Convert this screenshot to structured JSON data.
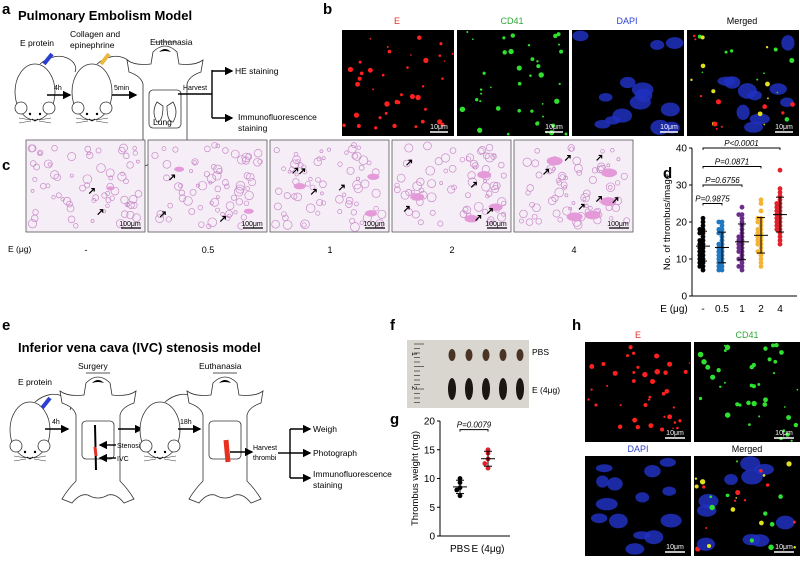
{
  "panel_labels": {
    "a": "a",
    "b": "b",
    "c": "c",
    "d": "d",
    "e": "e",
    "f": "f",
    "g": "g",
    "h": "h"
  },
  "panel_a": {
    "title": "Pulmonary Embolism Model",
    "e_protein": "E protein",
    "collagen_line1": "Collagen and",
    "collagen_line2": "epinephrine",
    "euthanasia": "Euthanasia",
    "step1_time": "4h",
    "step2_time": "5min",
    "harvest": "Harvest",
    "lung": "Lung",
    "out1": "HE staining",
    "out2_line1": "Immunofluorescence",
    "out2_line2": "staining"
  },
  "panel_b": {
    "channels": [
      {
        "label": "E",
        "color": "#e0302a"
      },
      {
        "label": "CD41",
        "color": "#2fa83a"
      },
      {
        "label": "DAPI",
        "color": "#2a3fd0"
      },
      {
        "label": "Merged",
        "color": "#000000"
      }
    ],
    "scale_bar": "10μm"
  },
  "panel_c": {
    "xlabel": "E (μg)",
    "doses": [
      "-",
      "0.5",
      "1",
      "2",
      "4"
    ],
    "scale_bar": "100μm"
  },
  "panel_e": {
    "title": "Inferior vena cava (IVC) stenosis model",
    "e_protein": "E protein",
    "surgery": "Surgery",
    "euthanasia": "Euthanasia",
    "step1_time": "4h",
    "step2_time": "18h",
    "stenosis": "Stenosis",
    "ivc": "IVC",
    "harvest_line1": "Harvest",
    "harvest_line2": "thrombi",
    "out1": "Weigh",
    "out2": "Photograph",
    "out3_line1": "Immunofluorescence",
    "out3_line2": "staining"
  },
  "panel_f": {
    "rows": [
      "PBS",
      "E (4μg)"
    ],
    "ruler_marks": [
      "1",
      "2"
    ]
  },
  "panel_h": {
    "channels": [
      {
        "label": "E",
        "color": "#e0302a"
      },
      {
        "label": "CD41",
        "color": "#2fa83a"
      },
      {
        "label": "DAPI",
        "color": "#2a3fd0"
      },
      {
        "label": "Merged",
        "color": "#000000"
      }
    ],
    "scale_bar": "10μm"
  },
  "chart_data": [
    {
      "id": "d",
      "type": "scatter",
      "ylabel": "No. of thrombus/image",
      "xlabel": "E (μg)",
      "categories": [
        "-",
        "0.5",
        "1",
        "2",
        "4"
      ],
      "ylim": [
        0,
        40
      ],
      "yticks": [
        "0",
        "10",
        "20",
        "30",
        "40"
      ],
      "series": [
        {
          "category": "-",
          "color": "#000000",
          "values": [
            21,
            20,
            19,
            18,
            18,
            17,
            17,
            16,
            15,
            15,
            14,
            14,
            13,
            13,
            12,
            12,
            11,
            11,
            10,
            10,
            9,
            9,
            8,
            8,
            7
          ]
        },
        {
          "category": "0.5",
          "color": "#1f78c1",
          "values": [
            20,
            20,
            19,
            18,
            17,
            17,
            16,
            15,
            14,
            14,
            13,
            12,
            12,
            11,
            10,
            10,
            9,
            9,
            8,
            8,
            7,
            7,
            18,
            13,
            11
          ]
        },
        {
          "category": "1",
          "color": "#6b2d8c",
          "values": [
            24,
            22,
            22,
            21,
            20,
            19,
            18,
            17,
            16,
            15,
            15,
            14,
            14,
            13,
            13,
            12,
            12,
            11,
            10,
            10,
            9,
            8,
            8,
            7,
            16
          ]
        },
        {
          "category": "2",
          "color": "#f5b335",
          "values": [
            26,
            25,
            23,
            21,
            21,
            20,
            20,
            19,
            18,
            17,
            17,
            16,
            16,
            15,
            14,
            14,
            13,
            12,
            12,
            11,
            10,
            9,
            8,
            18,
            15
          ]
        },
        {
          "category": "4",
          "color": "#e0202a",
          "values": [
            34,
            29,
            28,
            27,
            26,
            25,
            25,
            24,
            23,
            23,
            22,
            22,
            21,
            21,
            20,
            20,
            19,
            18,
            18,
            17,
            16,
            15,
            14,
            24,
            19
          ]
        }
      ],
      "comparisons": [
        {
          "from": "-",
          "to": "0.5",
          "text": "P=0.9875",
          "y": 25
        },
        {
          "from": "-",
          "to": "1",
          "text": "P=0.6756",
          "y": 30
        },
        {
          "from": "-",
          "to": "2",
          "text": "P=0.0871",
          "y": 35
        },
        {
          "from": "-",
          "to": "4",
          "text": "P<0.0001",
          "y": 40
        }
      ],
      "grid": false
    },
    {
      "id": "g",
      "type": "scatter",
      "ylabel": "Thrombus weight (mg)",
      "categories": [
        "PBS",
        "E (4μg)"
      ],
      "ylim": [
        0,
        20
      ],
      "yticks": [
        "0",
        "5",
        "10",
        "15",
        "20"
      ],
      "series": [
        {
          "category": "PBS",
          "color": "#000000",
          "values": [
            10,
            9.3,
            8.4,
            8.0,
            7.0
          ]
        },
        {
          "category": "E (4μg)",
          "color": "#e0202a",
          "values": [
            15,
            14.4,
            13.4,
            12.6,
            11.8
          ]
        }
      ],
      "comparisons": [
        {
          "from": "PBS",
          "to": "E (4μg)",
          "text": "P=0.0079",
          "y": 18.5
        }
      ],
      "grid": false
    }
  ]
}
